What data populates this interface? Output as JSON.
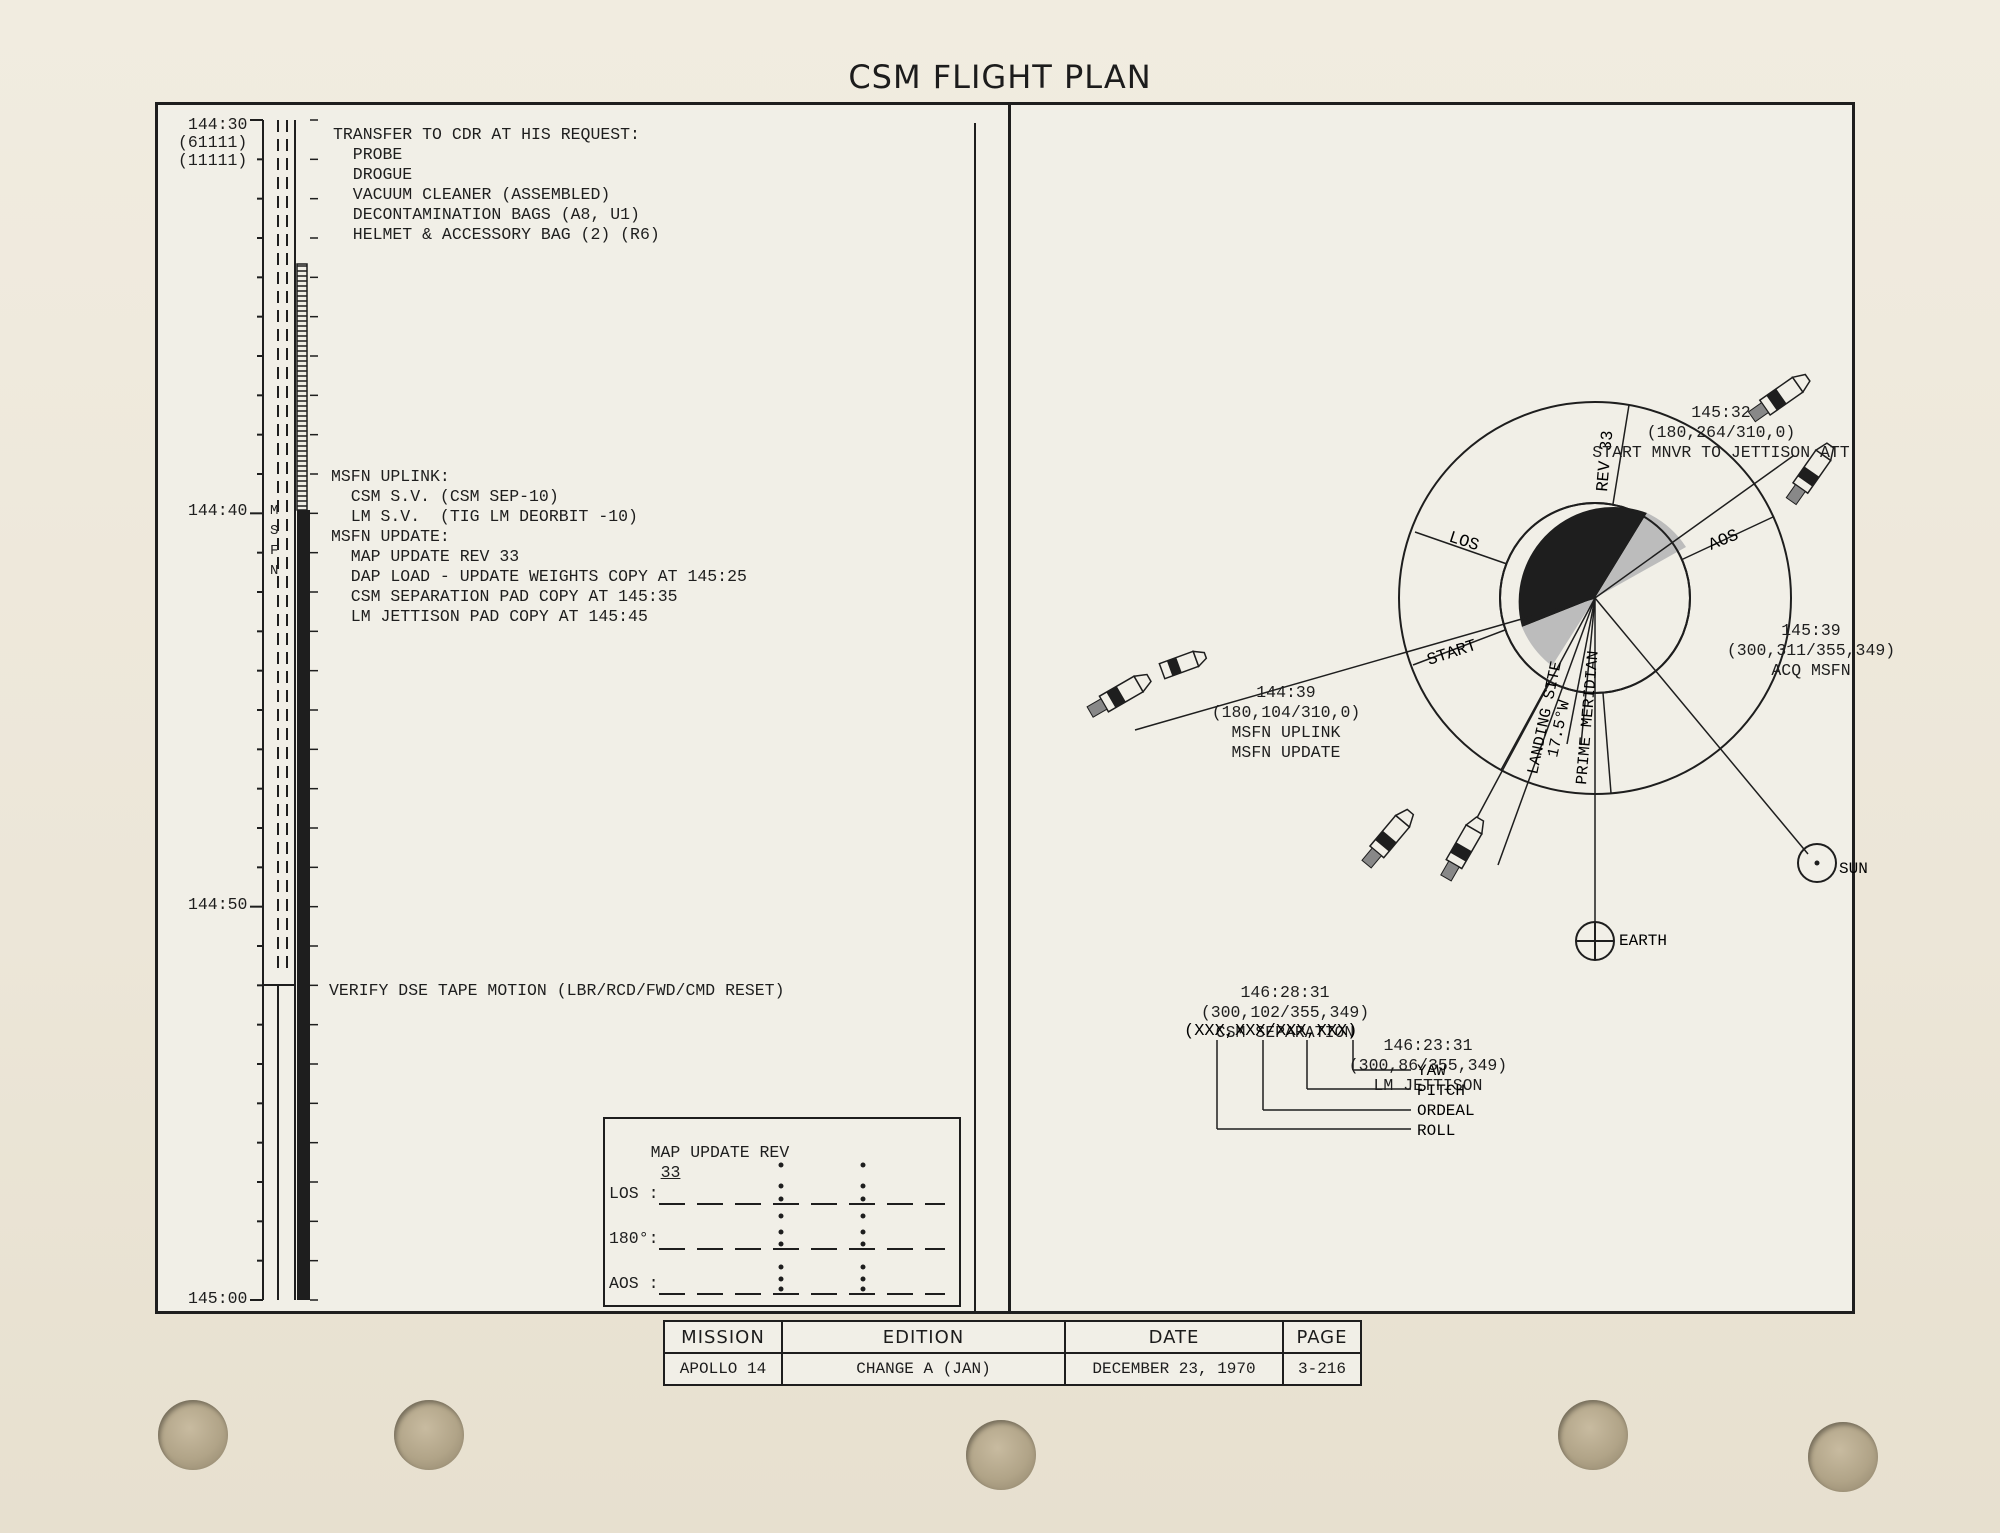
{
  "title": "CSM FLIGHT PLAN",
  "timeline": {
    "t1": "144:30",
    "t1_codes": [
      "(61111)",
      "(11111)"
    ],
    "t2": "144:40",
    "t3": "144:50",
    "t4": "145:00",
    "station_letters": [
      "M",
      "S",
      "F",
      "N"
    ]
  },
  "activity": {
    "transfer": [
      "TRANSFER TO CDR AT HIS REQUEST:",
      "  PROBE",
      "  DROGUE",
      "  VACUUM CLEANER (ASSEMBLED)",
      "  DECONTAMINATION BAGS (A8, U1)",
      "  HELMET & ACCESSORY BAG (2) (R6)"
    ],
    "msfn": [
      "MSFN UPLINK:",
      "  CSM S.V. (CSM SEP-10)",
      "  LM S.V.  (TIG LM DEORBIT -10)",
      "MSFN UPDATE:",
      "  MAP UPDATE REV 33",
      "  DAP LOAD - UPDATE WEIGHTS COPY AT 145:25",
      "  CSM SEPARATION PAD COPY AT 145:35",
      "  LM JETTISON PAD COPY AT 145:45"
    ],
    "verify": "VERIFY DSE TAPE MOTION (LBR/RCD/FWD/CMD RESET)"
  },
  "map_update": {
    "label": "MAP UPDATE REV",
    "rev": "33",
    "rows": [
      "LOS :",
      "180°:",
      "AOS :"
    ]
  },
  "diagram": {
    "events": [
      {
        "time": "145:32",
        "att": "(180,264/310,0)",
        "desc": "START MNVR TO JETTISON ATT"
      },
      {
        "time": "145:39",
        "att": "(300,311/355,349)",
        "desc": "ACQ MSFN"
      },
      {
        "time": "144:39",
        "att": "(180,104/310,0)",
        "desc": "MSFN UPLINK",
        "desc2": "MSFN UPDATE"
      },
      {
        "time": "146:28:31",
        "att": "(300,102/355,349)",
        "desc": "CSM SEPARATION"
      },
      {
        "time": "146:23:31",
        "att": "(300,86/355,349)",
        "desc": "LM JETTISON"
      }
    ],
    "ring_labels": {
      "rev": "REV 33",
      "los": "LOS",
      "aos": "AOS",
      "start": "START",
      "landing": "LANDING SITE",
      "landing_long": "17.5°W",
      "prime": "PRIME MERIDIAN"
    },
    "sun": "SUN",
    "earth": "EARTH"
  },
  "legend": {
    "format": "(XXX,XXX/XXX,XXX)",
    "items": [
      "YAW",
      "PITCH",
      "ORDEAL",
      "ROLL"
    ]
  },
  "footer": {
    "headers": [
      "MISSION",
      "EDITION",
      "DATE",
      "PAGE"
    ],
    "values": [
      "APOLLO 14",
      "CHANGE A (JAN)",
      "DECEMBER 23, 1970",
      "3-216"
    ]
  }
}
